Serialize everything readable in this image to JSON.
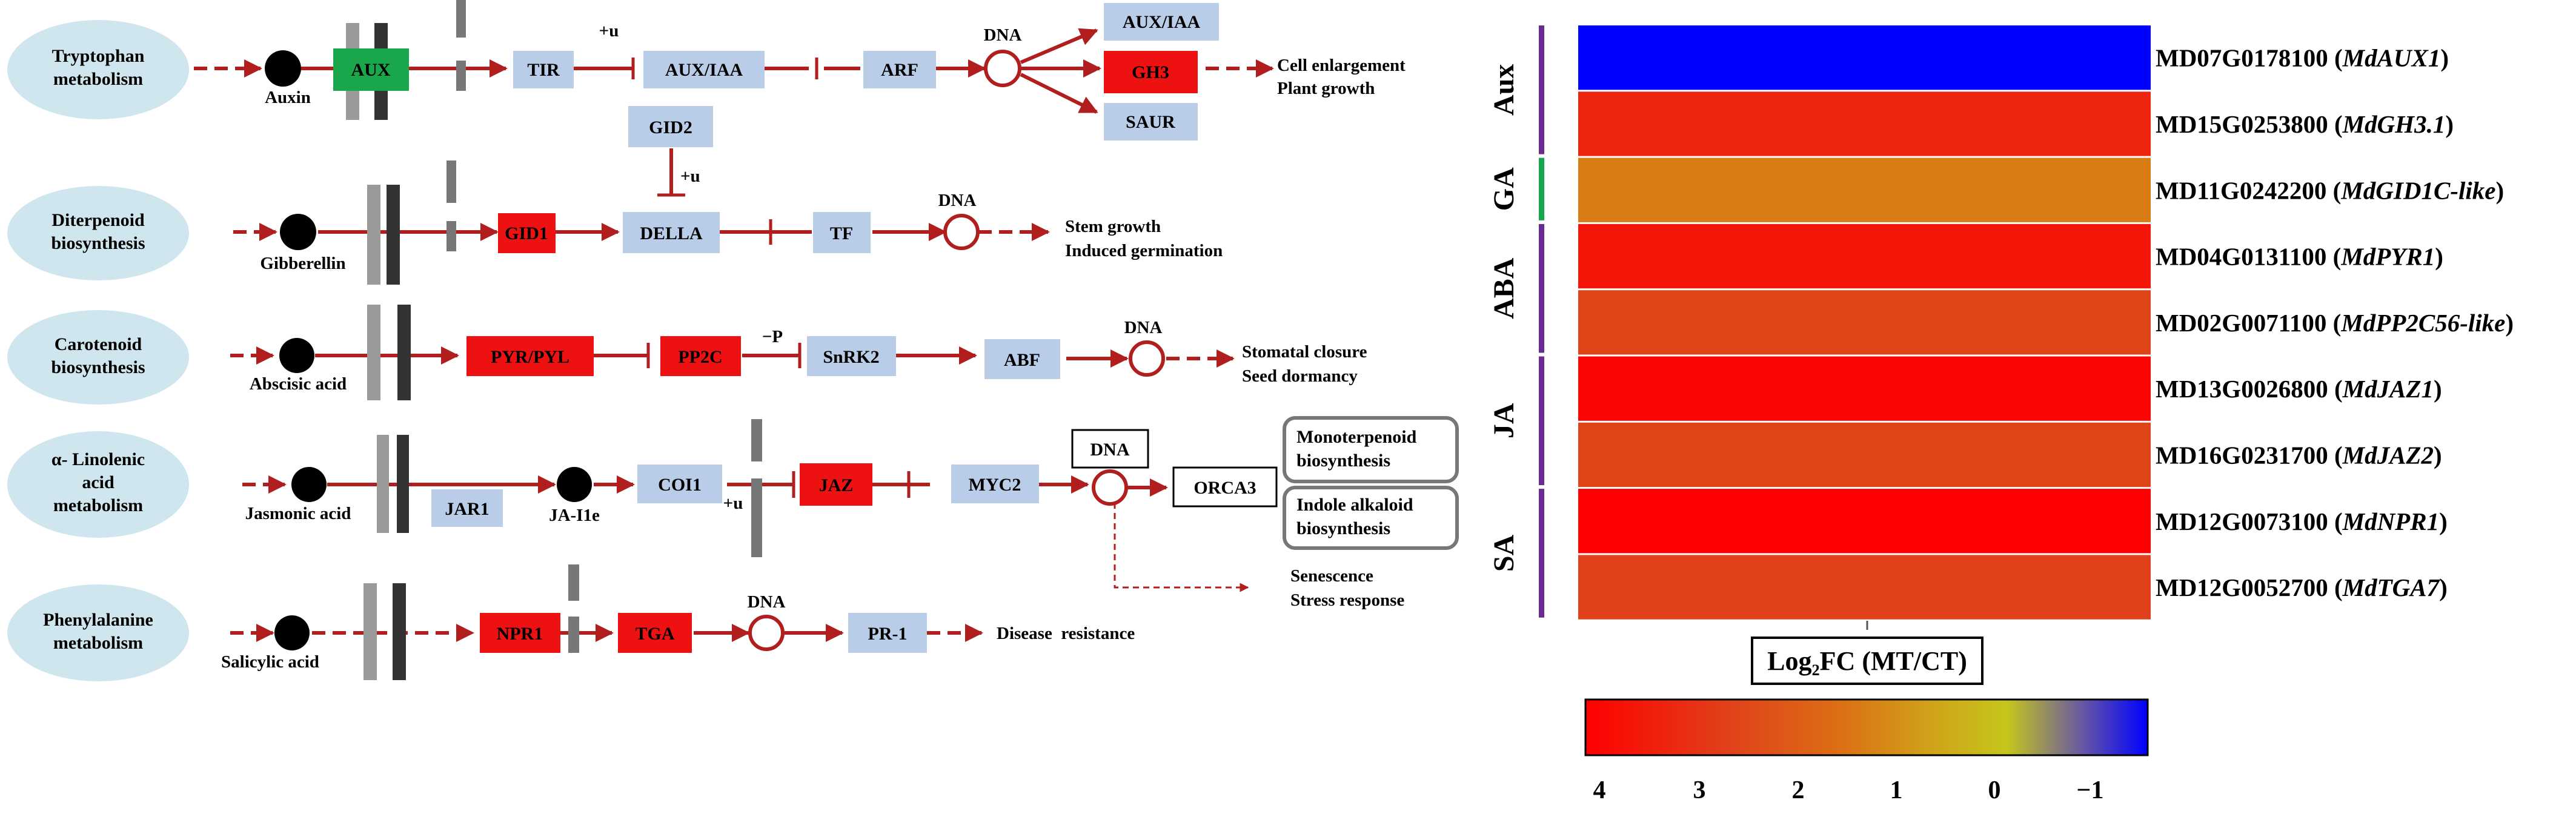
{
  "pathways": [
    {
      "name_lines": [
        "Tryptophan",
        "metabolism"
      ],
      "hormone": "Auxin"
    },
    {
      "name_lines": [
        "Diterpenoid",
        "biosynthesis"
      ],
      "hormone": "Gibberellin"
    },
    {
      "name_lines": [
        "Carotenoid",
        "biosynthesis"
      ],
      "hormone": "Abscisic acid"
    },
    {
      "name_lines": [
        "α- Linolenic",
        "acid",
        "metabolism"
      ],
      "hormone": "Jasmonic acid"
    },
    {
      "name_lines": [
        "Phenylalanine",
        "metabolism"
      ],
      "hormone": "Salicylic acid"
    }
  ],
  "nodes": {
    "aux": "AUX",
    "tir": "TIR",
    "aux_iaa_mid": "AUX/IAA",
    "arf": "ARF",
    "aux_iaa_top": "AUX/IAA",
    "gh3": "GH3",
    "saur": "SAUR",
    "gid2": "GID2",
    "gid1": "GID1",
    "della": "DELLA",
    "tf": "TF",
    "pyr_pyl": "PYR/PYL",
    "pp2c": "PP2C",
    "snrk2": "SnRK2",
    "abf": "ABF",
    "jar1": "JAR1",
    "ja_ile": "JA-I1e",
    "coi1": "COI1",
    "jaz": "JAZ",
    "myc2": "MYC2",
    "dna_box": "DNA",
    "orca3": "ORCA3",
    "npr1": "NPR1",
    "tga": "TGA",
    "pr1": "PR-1"
  },
  "labels": {
    "dna": "DNA",
    "plus_u": "+u",
    "minus_p": "−P"
  },
  "outcomes": {
    "aux": [
      "Cell enlargement",
      "Plant growth"
    ],
    "ga": [
      "Stem growth",
      "Induced germination"
    ],
    "aba": [
      "Stomatal closure",
      "Seed dormancy"
    ],
    "ja_mono": [
      "Monoterpenoid",
      "biosynthesis"
    ],
    "ja_indole": [
      "Indole alkaloid",
      "biosynthesis"
    ],
    "ja_sen": [
      "Senescence",
      "Stress response"
    ],
    "sa": [
      "Disease  resistance"
    ]
  },
  "colors": {
    "accent_red": "#b01e1e",
    "highlight_red": "#ee1111",
    "aux_green": "#1aa64a",
    "node_blue": "#b9cde8",
    "ellipse_fill": "#cfe6ef",
    "group_purple": "#6a2a90",
    "group_green": "#17a64c"
  },
  "heatmap": {
    "groups": [
      {
        "label": "Aux",
        "rows": 2,
        "color": "purple"
      },
      {
        "label": "GA",
        "rows": 1,
        "color": "green"
      },
      {
        "label": "ABA",
        "rows": 2,
        "color": "purple"
      },
      {
        "label": "JA",
        "rows": 2,
        "color": "purple"
      },
      {
        "label": "SA",
        "rows": 2,
        "color": "purple"
      }
    ],
    "genes": [
      {
        "id": "MD07G0178100",
        "symbol": "MdAUX1",
        "log2fc": -1.5
      },
      {
        "id": "MD15G0253800",
        "symbol": "MdGH3.1",
        "log2fc": 3.2
      },
      {
        "id": "MD11G0242200",
        "symbol": "MdGID1C-like",
        "log2fc": 1.3
      },
      {
        "id": "MD04G0131100",
        "symbol": "MdPYR1",
        "log2fc": 3.5
      },
      {
        "id": "MD02G0071100",
        "symbol": "MdPP2C56-like",
        "log2fc": 2.5
      },
      {
        "id": "MD13G0026800",
        "symbol": "MdJAZ1",
        "log2fc": 3.9
      },
      {
        "id": "MD16G0231700",
        "symbol": "MdJAZ2",
        "log2fc": 2.5
      },
      {
        "id": "MD12G0073100",
        "symbol": "MdNPR1",
        "log2fc": 4.0
      },
      {
        "id": "MD12G0052700",
        "symbol": "MdTGA7",
        "log2fc": 2.6
      }
    ],
    "scale_label": "Log₂FC (MT/CT)",
    "scale_ticks": [
      "4",
      "3",
      "2",
      "1",
      "0",
      "−1"
    ],
    "scale_range": [
      4,
      -1.5
    ],
    "scale_colors": [
      "#ff0000",
      "#e0401a",
      "#dc6e14",
      "#d0a41a",
      "#c4c61c",
      "#6a5aa0",
      "#0000ff"
    ]
  }
}
